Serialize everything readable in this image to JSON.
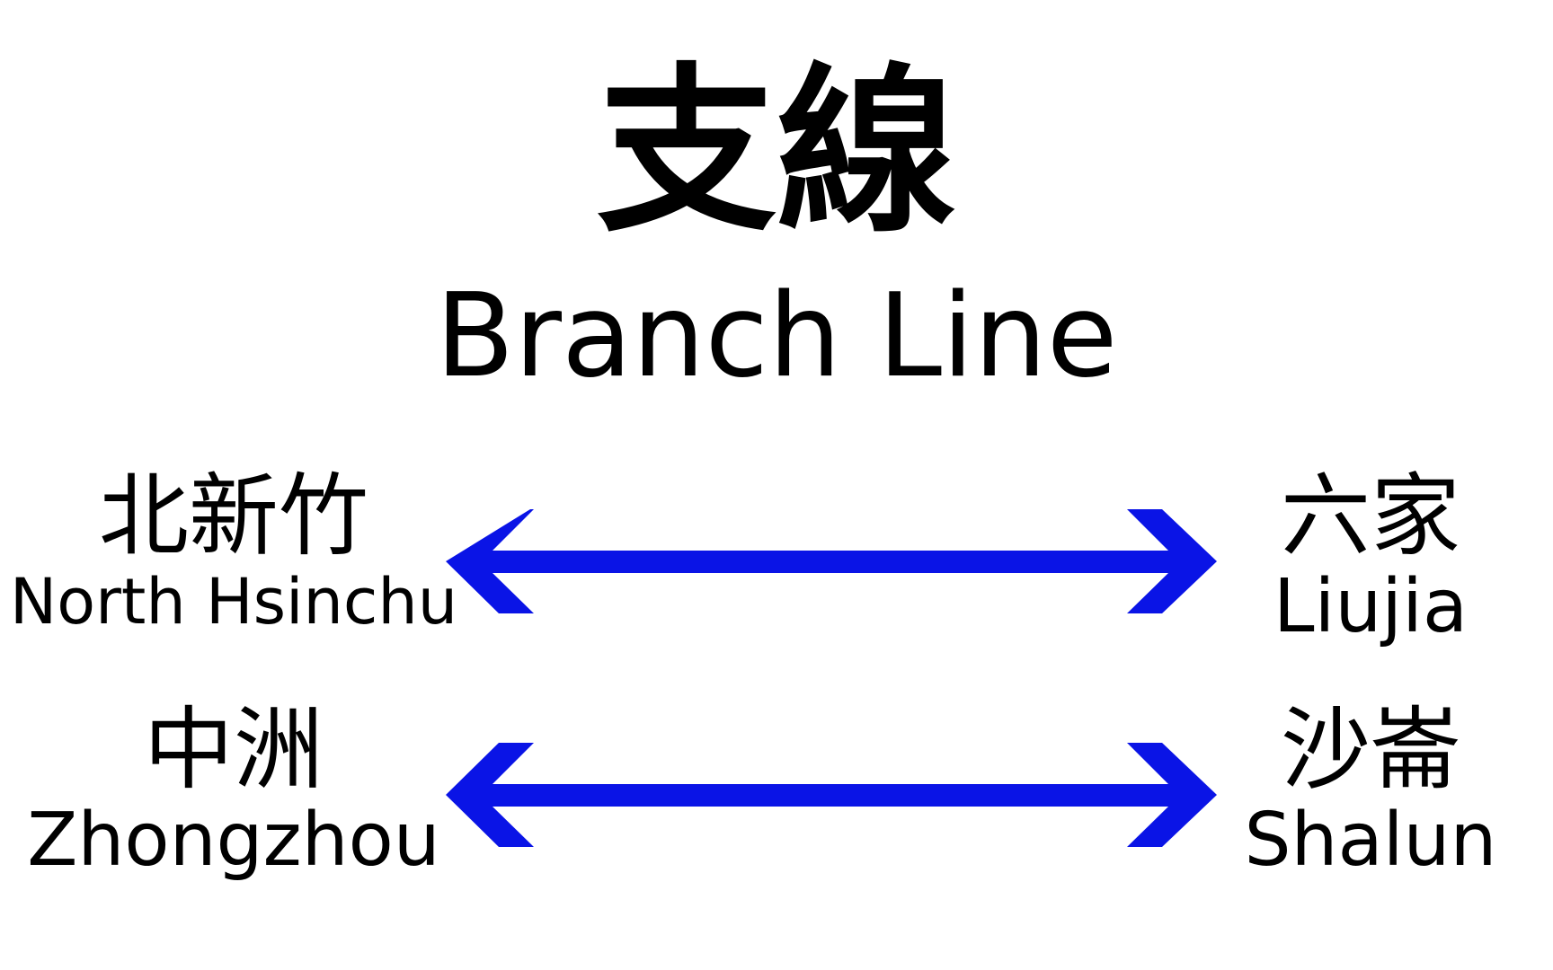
{
  "title": {
    "zh": "支線",
    "en": "Branch Line"
  },
  "stations": {
    "north_hsinchu": {
      "zh": "北新竹",
      "en": "North Hsinchu"
    },
    "liujia": {
      "zh": "六家",
      "en": "Liujia"
    },
    "zhongzhou": {
      "zh": "中洲",
      "en": "Zhongzhou"
    },
    "shalun": {
      "zh": "沙崙",
      "en": "Shalun"
    }
  },
  "colors": {
    "arrow": "#0a14e6",
    "text": "#000000",
    "background": "#ffffff"
  },
  "icons": {
    "route_arrow": "double-headed-arrow-icon"
  }
}
